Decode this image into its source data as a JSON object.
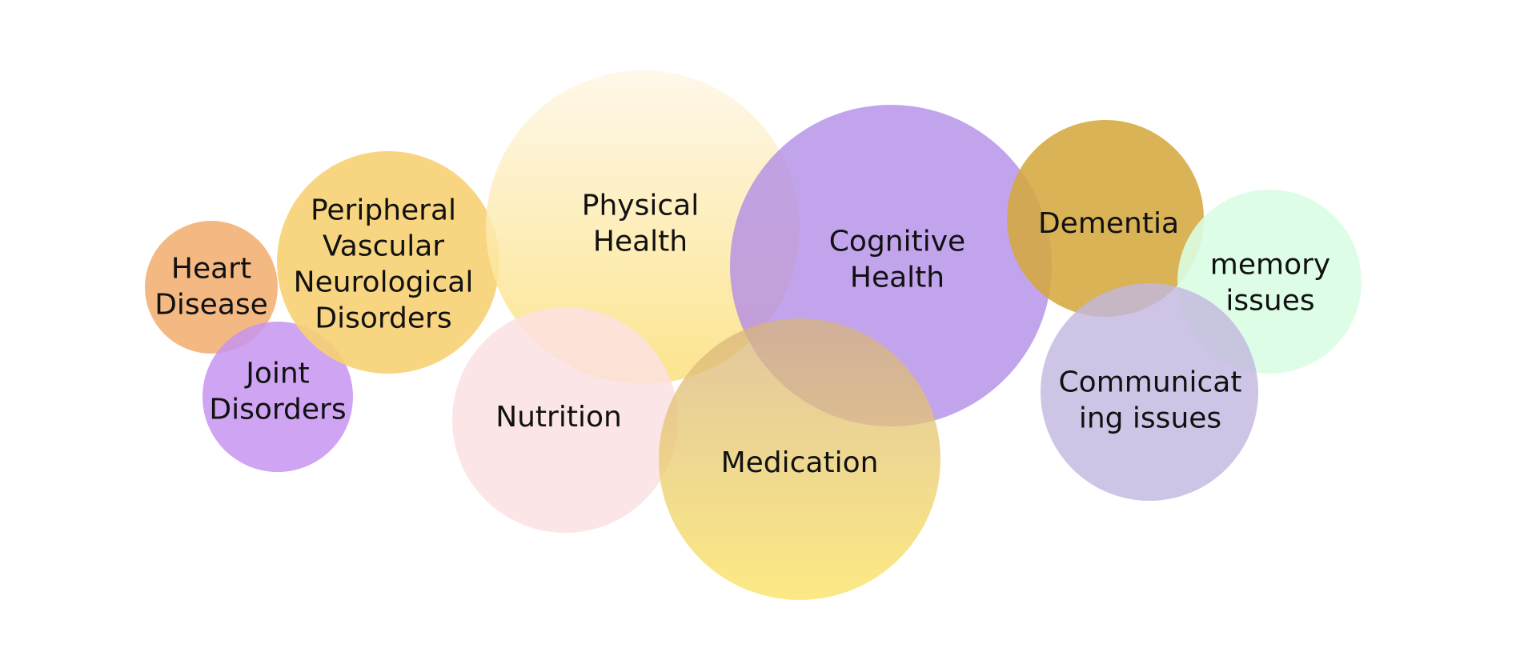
{
  "bubbles": [
    {
      "id": "heart-disease",
      "lines": [
        "Heart",
        "Disease"
      ],
      "color": "#f3b47c",
      "opacity": 0.95
    },
    {
      "id": "joint-disorders",
      "lines": [
        "Joint",
        "Disorders"
      ],
      "color": "#c794f0",
      "opacity": 0.85
    },
    {
      "id": "peripheral-vascular-neurological-disorders",
      "lines": [
        "Peripheral",
        "Vascular",
        "Neurological",
        "Disorders"
      ],
      "color": "#f7d072",
      "opacity": 0.9
    },
    {
      "id": "physical-health",
      "lines": [
        "Physical",
        "Health"
      ],
      "gradient": [
        "#fff6e6",
        "#fbe07a"
      ],
      "opacity": 0.85
    },
    {
      "id": "nutrition",
      "lines": [
        "Nutrition"
      ],
      "color": "#fbe1e2",
      "opacity": 0.85
    },
    {
      "id": "cognitive-health",
      "lines": [
        "Cognitive",
        "Health"
      ],
      "color": "#b18be8",
      "opacity": 0.78
    },
    {
      "id": "medication",
      "lines": [
        "Medication"
      ],
      "gradient": [
        "#d7b37e",
        "#fbe25a"
      ],
      "opacity": 0.75
    },
    {
      "id": "dementia",
      "lines": [
        "Dementia"
      ],
      "color": "#d4a83f",
      "opacity": 0.88
    },
    {
      "id": "memory-issues",
      "lines": [
        "memory",
        "issues"
      ],
      "color": "#dafde3",
      "opacity": 0.9
    },
    {
      "id": "communicating-issues",
      "lines": [
        "Communicat",
        "ing issues"
      ],
      "color": "#c2b6e0",
      "opacity": 0.8
    }
  ]
}
